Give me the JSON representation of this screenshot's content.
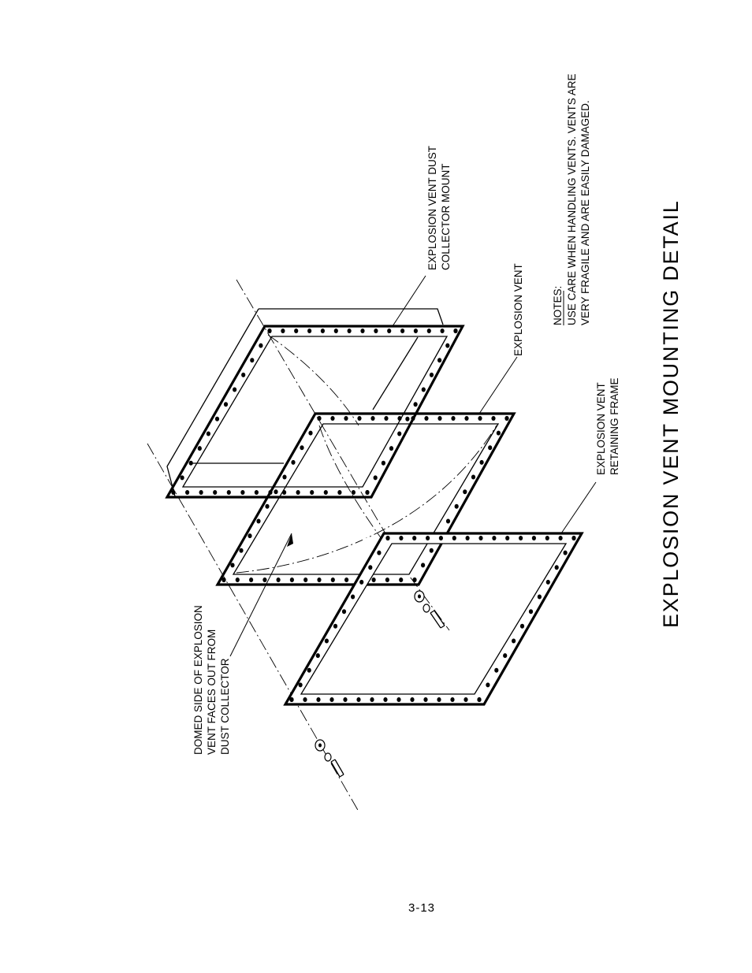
{
  "labels": {
    "domed_side": [
      "DOMED SIDE OF EXPLOSION",
      "VENT FACES OUT FROM",
      "DUST COLLECTOR"
    ],
    "collector_mount": [
      "EXPLOSION VENT DUST",
      "COLLECTOR MOUNT"
    ],
    "explosion_vent": [
      "EXPLOSION VENT"
    ],
    "retaining_frame": [
      "EXPLOSION VENT",
      "RETAINING FRAME"
    ]
  },
  "notes": {
    "heading": "NOTES:",
    "lines": [
      "USE CARE WHEN HANDLING VENTS. VENTS ARE",
      "VERY FRAGILE AND ARE EASILY DAMAGED."
    ]
  },
  "title": "EXPLOSION VENT MOUNTING DETAIL",
  "page_number": "3-13"
}
